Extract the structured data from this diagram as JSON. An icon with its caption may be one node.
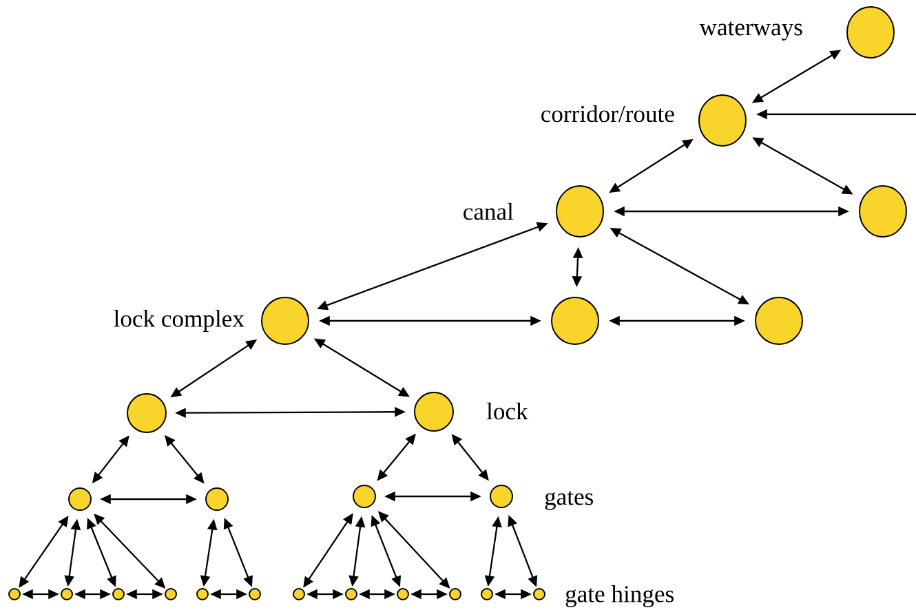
{
  "diagram": {
    "nodes": [
      {
        "text": [],
        "shape": "circle",
        "beside": [
          "waterways"
        ]
      },
      {
        "text": [],
        "shape": "circle",
        "beside": [
          "corridor/route"
        ]
      },
      {
        "text": [],
        "shape": "circle"
      },
      {
        "text": [],
        "shape": "circle",
        "beside": [
          "canal"
        ]
      },
      {
        "text": [],
        "shape": "circle"
      },
      {
        "text": [],
        "shape": "circle"
      },
      {
        "text": [],
        "shape": "circle",
        "beside": [
          "lock complex"
        ]
      },
      {
        "text": [],
        "shape": "circle"
      },
      {
        "text": [],
        "shape": "circle",
        "beside": [
          "lock"
        ]
      },
      {
        "text": [],
        "shape": "circle"
      },
      {
        "text": [],
        "shape": "circle"
      },
      {
        "text": [],
        "shape": "circle"
      },
      {
        "text": [],
        "shape": "circle",
        "beside": [
          "gates"
        ]
      },
      {
        "text": [],
        "shape": "circle"
      },
      {
        "text": [],
        "shape": "circle"
      },
      {
        "text": [],
        "shape": "circle"
      },
      {
        "text": [],
        "shape": "circle"
      },
      {
        "text": [],
        "shape": "circle"
      },
      {
        "text": [],
        "shape": "circle"
      },
      {
        "text": [],
        "shape": "circle"
      },
      {
        "text": [],
        "shape": "circle"
      },
      {
        "text": [],
        "shape": "circle"
      },
      {
        "text": [],
        "shape": "circle"
      },
      {
        "text": [],
        "shape": "circle"
      },
      {
        "text": [],
        "shape": "circle",
        "beside": [
          "gate hinges"
        ]
      }
    ],
    "edges": [
      {
        "from": 0,
        "to": 1,
        "arrow": "both"
      },
      {
        "from": null,
        "to": 1,
        "arrow": "to"
      },
      {
        "from": 1,
        "to": 3,
        "arrow": "both"
      },
      {
        "from": 1,
        "to": 2,
        "arrow": "both"
      },
      {
        "from": 3,
        "to": 2,
        "arrow": "both"
      },
      {
        "from": 3,
        "to": 6,
        "arrow": "both"
      },
      {
        "from": 3,
        "to": 4,
        "arrow": "both"
      },
      {
        "from": 3,
        "to": 5,
        "arrow": "both"
      },
      {
        "from": 6,
        "to": 4,
        "arrow": "both"
      },
      {
        "from": 4,
        "to": 5,
        "arrow": "both"
      },
      {
        "from": 6,
        "to": 7,
        "arrow": "both"
      },
      {
        "from": 6,
        "to": 8,
        "arrow": "both"
      },
      {
        "from": 7,
        "to": 8,
        "arrow": "both"
      },
      {
        "from": 7,
        "to": 9,
        "arrow": "both"
      },
      {
        "from": 7,
        "to": 10,
        "arrow": "both"
      },
      {
        "from": 9,
        "to": 10,
        "arrow": "both"
      },
      {
        "from": 8,
        "to": 11,
        "arrow": "both"
      },
      {
        "from": 8,
        "to": 12,
        "arrow": "both"
      },
      {
        "from": 11,
        "to": 12,
        "arrow": "both"
      },
      {
        "from": 9,
        "to": 13,
        "arrow": "both"
      },
      {
        "from": 9,
        "to": 14,
        "arrow": "both"
      },
      {
        "from": 9,
        "to": 15,
        "arrow": "both"
      },
      {
        "from": 9,
        "to": 16,
        "arrow": "both"
      },
      {
        "from": 10,
        "to": 17,
        "arrow": "both"
      },
      {
        "from": 10,
        "to": 18,
        "arrow": "both"
      },
      {
        "from": 13,
        "to": 14,
        "arrow": "both"
      },
      {
        "from": 14,
        "to": 15,
        "arrow": "both"
      },
      {
        "from": 15,
        "to": 16,
        "arrow": "both"
      },
      {
        "from": 17,
        "to": 18,
        "arrow": "both"
      },
      {
        "from": 11,
        "to": 19,
        "arrow": "both"
      },
      {
        "from": 11,
        "to": 20,
        "arrow": "both"
      },
      {
        "from": 11,
        "to": 21,
        "arrow": "both"
      },
      {
        "from": 11,
        "to": 22,
        "arrow": "both"
      },
      {
        "from": 12,
        "to": 23,
        "arrow": "both"
      },
      {
        "from": 12,
        "to": 24,
        "arrow": "both"
      },
      {
        "from": 19,
        "to": 20,
        "arrow": "both"
      },
      {
        "from": 20,
        "to": 21,
        "arrow": "both"
      },
      {
        "from": 21,
        "to": 22,
        "arrow": "both"
      },
      {
        "from": 23,
        "to": 24,
        "arrow": "both"
      }
    ]
  }
}
